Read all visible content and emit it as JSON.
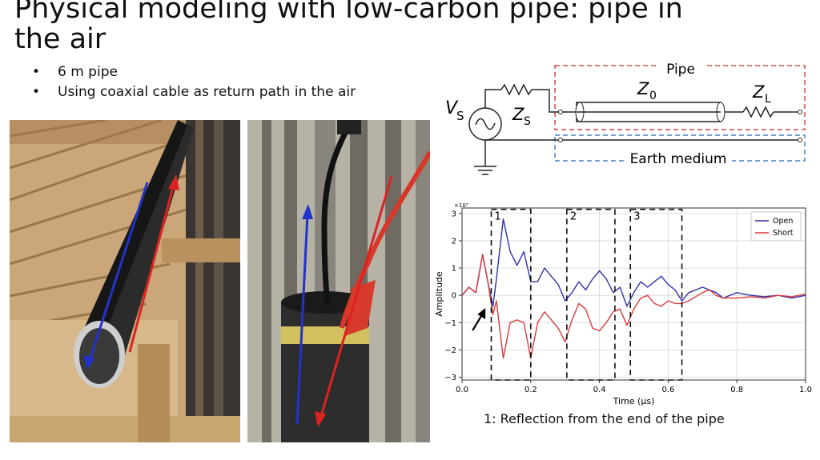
{
  "slide": {
    "title": "Physical modeling with low-carbon pipe: pipe in the air",
    "bullets": [
      "6 m pipe",
      "Using coaxial cable as return path in the air"
    ],
    "caption": "1: Reflection from the end of the pipe"
  },
  "circuit": {
    "pipe_label": "Pipe",
    "earth_label": "Earth medium",
    "source_label": "V",
    "source_sub": "S",
    "zs_label": "Z",
    "zs_sub": "S",
    "z0_label": "Z",
    "z0_sub": "0",
    "zl_label": "Z",
    "zl_sub": "L",
    "pipe_box_color": "#d94a4a",
    "earth_box_color": "#4a7fd0"
  },
  "chart_data": {
    "type": "line",
    "xlabel": "Time (μs)",
    "ylabel": "Amplitude",
    "y_multiplier": "×10³",
    "xlim": [
      0.0,
      1.0
    ],
    "ylim": [
      -3.1,
      3.2
    ],
    "xticks": [
      0.0,
      0.2,
      0.4,
      0.6,
      0.8,
      1.0
    ],
    "yticks": [
      -3,
      -2,
      -1,
      0,
      1,
      2,
      3
    ],
    "grid": true,
    "legend_position": "top-right",
    "series": [
      {
        "name": "Open",
        "color": "#2e33a6",
        "points": [
          [
            0,
            0
          ],
          [
            0.02,
            0.3
          ],
          [
            0.04,
            0.1
          ],
          [
            0.06,
            1.5
          ],
          [
            0.075,
            0.5
          ],
          [
            0.09,
            -0.4
          ],
          [
            0.1,
            0.6
          ],
          [
            0.12,
            2.8
          ],
          [
            0.14,
            1.6
          ],
          [
            0.16,
            1.1
          ],
          [
            0.18,
            1.6
          ],
          [
            0.2,
            0.5
          ],
          [
            0.22,
            0.5
          ],
          [
            0.24,
            1.0
          ],
          [
            0.26,
            0.7
          ],
          [
            0.28,
            0.4
          ],
          [
            0.3,
            -0.2
          ],
          [
            0.32,
            0.1
          ],
          [
            0.34,
            0.5
          ],
          [
            0.36,
            0.2
          ],
          [
            0.38,
            0.6
          ],
          [
            0.4,
            0.9
          ],
          [
            0.42,
            0.6
          ],
          [
            0.44,
            0.1
          ],
          [
            0.46,
            0.3
          ],
          [
            0.48,
            -0.4
          ],
          [
            0.5,
            0.1
          ],
          [
            0.52,
            0.5
          ],
          [
            0.54,
            0.3
          ],
          [
            0.56,
            0.5
          ],
          [
            0.58,
            0.7
          ],
          [
            0.6,
            0.4
          ],
          [
            0.62,
            0.2
          ],
          [
            0.64,
            -0.2
          ],
          [
            0.66,
            0.1
          ],
          [
            0.7,
            0.3
          ],
          [
            0.72,
            0.2
          ],
          [
            0.74,
            0.1
          ],
          [
            0.76,
            -0.1
          ],
          [
            0.8,
            0.1
          ],
          [
            0.84,
            0.0
          ],
          [
            0.88,
            -0.05
          ],
          [
            0.92,
            0.0
          ],
          [
            0.96,
            -0.1
          ],
          [
            1.0,
            0.0
          ]
        ]
      },
      {
        "name": "Short",
        "color": "#d93a3a",
        "points": [
          [
            0,
            0
          ],
          [
            0.02,
            0.3
          ],
          [
            0.04,
            0.1
          ],
          [
            0.06,
            1.5
          ],
          [
            0.075,
            0.5
          ],
          [
            0.09,
            -0.7
          ],
          [
            0.1,
            -0.2
          ],
          [
            0.12,
            -2.3
          ],
          [
            0.14,
            -1.0
          ],
          [
            0.16,
            -0.9
          ],
          [
            0.18,
            -1.0
          ],
          [
            0.2,
            -2.3
          ],
          [
            0.22,
            -1.0
          ],
          [
            0.24,
            -0.6
          ],
          [
            0.26,
            -0.9
          ],
          [
            0.28,
            -1.2
          ],
          [
            0.3,
            -1.7
          ],
          [
            0.32,
            -0.9
          ],
          [
            0.34,
            -0.3
          ],
          [
            0.36,
            -0.5
          ],
          [
            0.38,
            -1.2
          ],
          [
            0.4,
            -1.3
          ],
          [
            0.42,
            -1.0
          ],
          [
            0.44,
            -0.6
          ],
          [
            0.46,
            -0.5
          ],
          [
            0.48,
            -1.1
          ],
          [
            0.5,
            -0.5
          ],
          [
            0.52,
            -0.1
          ],
          [
            0.54,
            0.0
          ],
          [
            0.56,
            -0.3
          ],
          [
            0.58,
            -0.4
          ],
          [
            0.6,
            -0.2
          ],
          [
            0.62,
            -0.3
          ],
          [
            0.64,
            -0.3
          ],
          [
            0.66,
            -0.2
          ],
          [
            0.7,
            0.1
          ],
          [
            0.72,
            0.2
          ],
          [
            0.74,
            0.0
          ],
          [
            0.76,
            -0.1
          ],
          [
            0.8,
            -0.1
          ],
          [
            0.84,
            -0.05
          ],
          [
            0.88,
            -0.1
          ],
          [
            0.92,
            0.0
          ],
          [
            0.96,
            -0.05
          ],
          [
            1.0,
            0.05
          ]
        ]
      }
    ],
    "annotations": [
      {
        "label": "1",
        "x0": 0.085,
        "x1": 0.2,
        "y0": -3.1,
        "y1": 3.15
      },
      {
        "label": "2",
        "x0": 0.305,
        "x1": 0.445,
        "y0": -3.1,
        "y1": 3.15
      },
      {
        "label": "3",
        "x0": 0.49,
        "x1": 0.64,
        "y0": -3.1,
        "y1": 3.15
      }
    ],
    "arrow_marker": {
      "x": 0.04,
      "y": -1.05
    }
  }
}
